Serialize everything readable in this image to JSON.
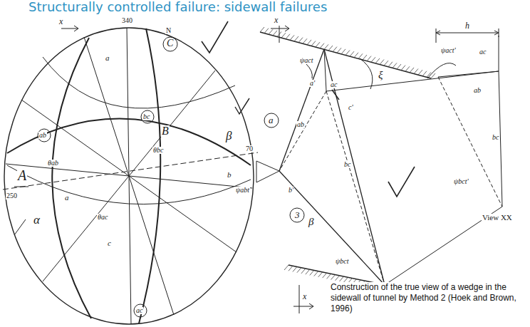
{
  "diagram": {
    "title": "Structurally controlled failure: sidewall failures",
    "caption": "Construction of the true view of a wedge in the sidewall of tunnel by Method 2 (Hoek and Brown, 1996)",
    "labels": [
      "340",
      "x",
      "N",
      "C",
      "a",
      "ab",
      "bc",
      "B",
      "θab",
      "θbc",
      "A",
      "α",
      "β",
      "70",
      "250",
      "a",
      "b",
      "c",
      "θac",
      "ac",
      "x",
      "ψact",
      "ξ",
      "a'",
      "ac",
      "c'",
      "ab",
      "a",
      "ψabt",
      "bc",
      "b'",
      "3",
      "β",
      "ψbct",
      "x",
      "h",
      "ψact'",
      "ac",
      "ab",
      "bc",
      "ψbct'",
      "View XX"
    ]
  }
}
